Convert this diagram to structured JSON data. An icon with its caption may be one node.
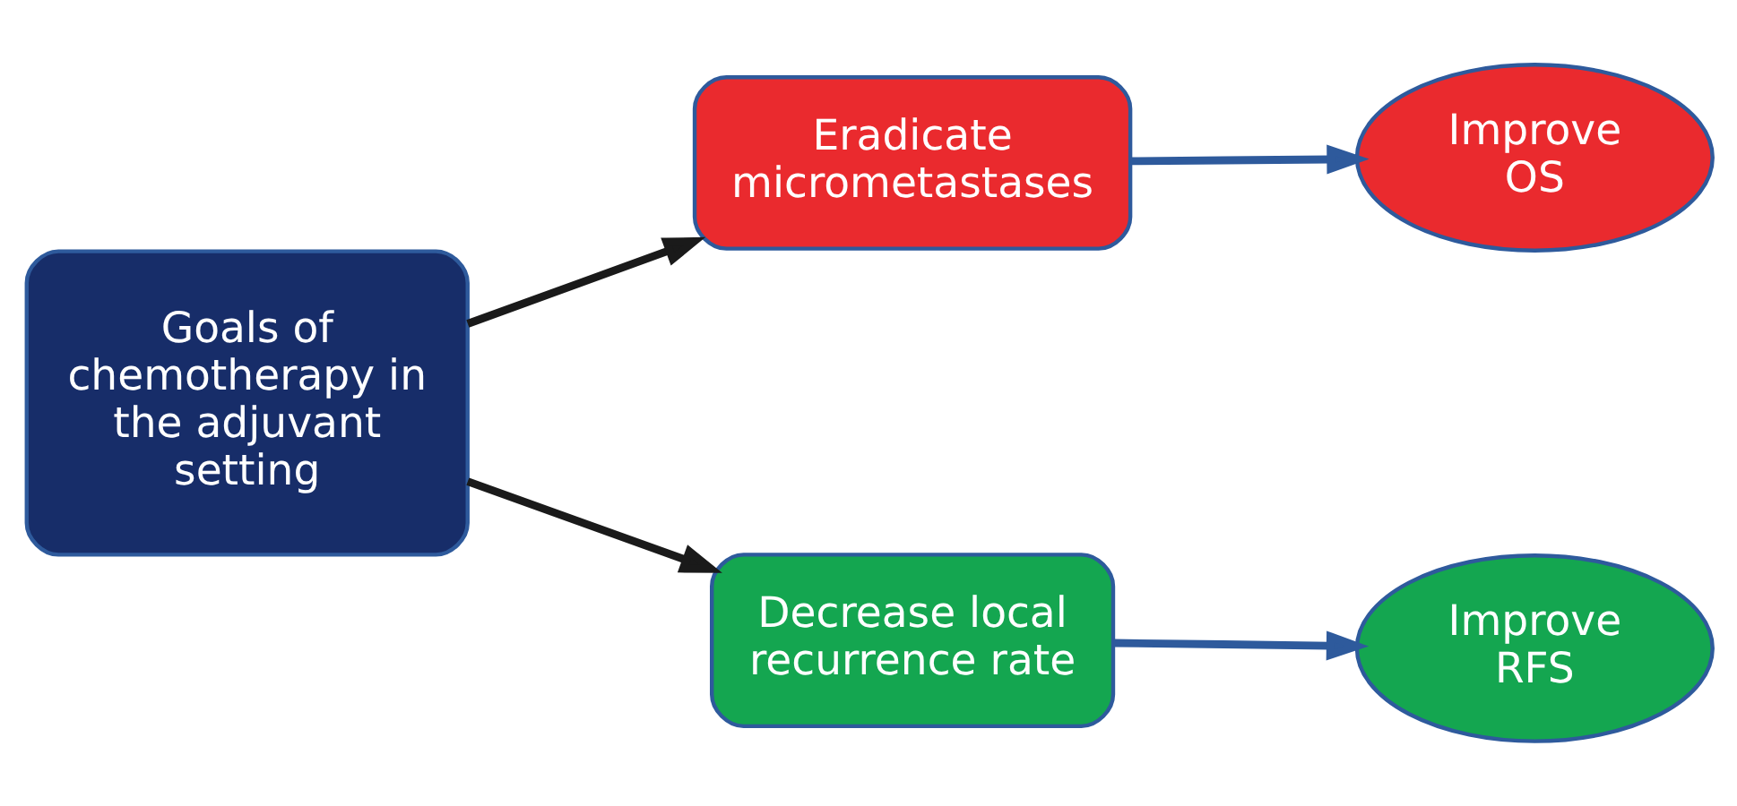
{
  "diagram": {
    "nodes": [
      {
        "text": [
          "Goals of chemotherapy in the adjuvant setting"
        ]
      },
      {
        "text": [
          "Eradicate micrometastases"
        ]
      },
      {
        "text": [
          "Improve OS"
        ]
      },
      {
        "text": [
          "Decrease local recurrence rate"
        ]
      },
      {
        "text": [
          "Improve RFS"
        ]
      }
    ],
    "edges": [
      {
        "from": 0,
        "to": 1,
        "arrow": "to"
      },
      {
        "from": 0,
        "to": 3,
        "arrow": "to"
      },
      {
        "from": 1,
        "to": 2,
        "arrow": "to",
        "color": "#2e5a9c"
      },
      {
        "from": 3,
        "to": 4,
        "arrow": "to",
        "color": "#2e5a9c"
      }
    ]
  }
}
